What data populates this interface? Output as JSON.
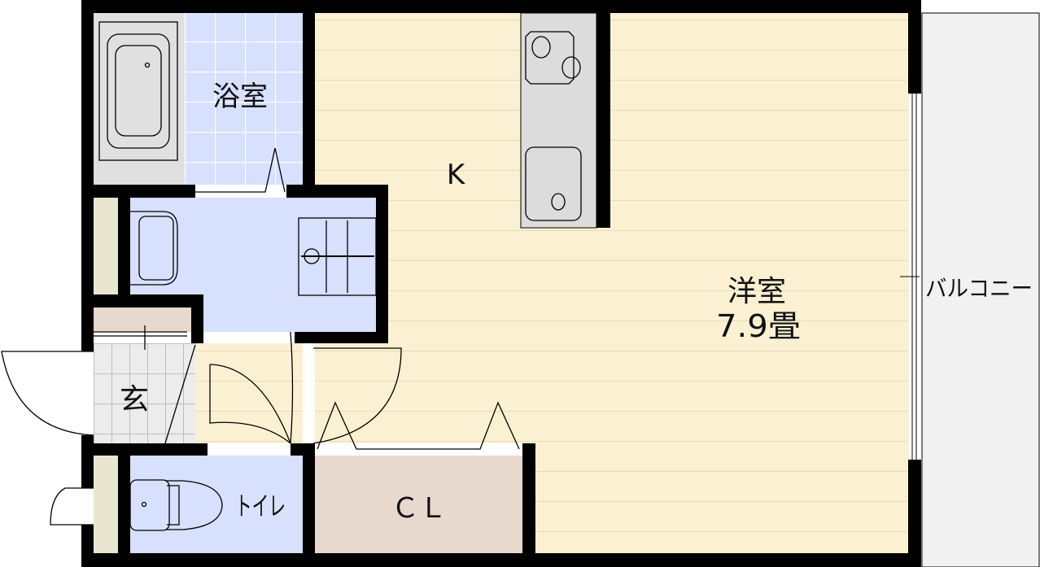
{
  "rooms": {
    "bath": "浴室",
    "kitchen": "K",
    "western_room": "洋室",
    "western_room_size": "7.9畳",
    "entrance": "玄",
    "toilet": "トイレ",
    "closet": "ＣＬ",
    "balcony": "バルコニー"
  },
  "colors": {
    "floor": "#fbf0d2",
    "wet_area": "#d7e0fc",
    "closet": "#e8d9ce",
    "fixture": "#e0e0e0",
    "balcony": "#f1f1f1",
    "wall": "#000000"
  }
}
